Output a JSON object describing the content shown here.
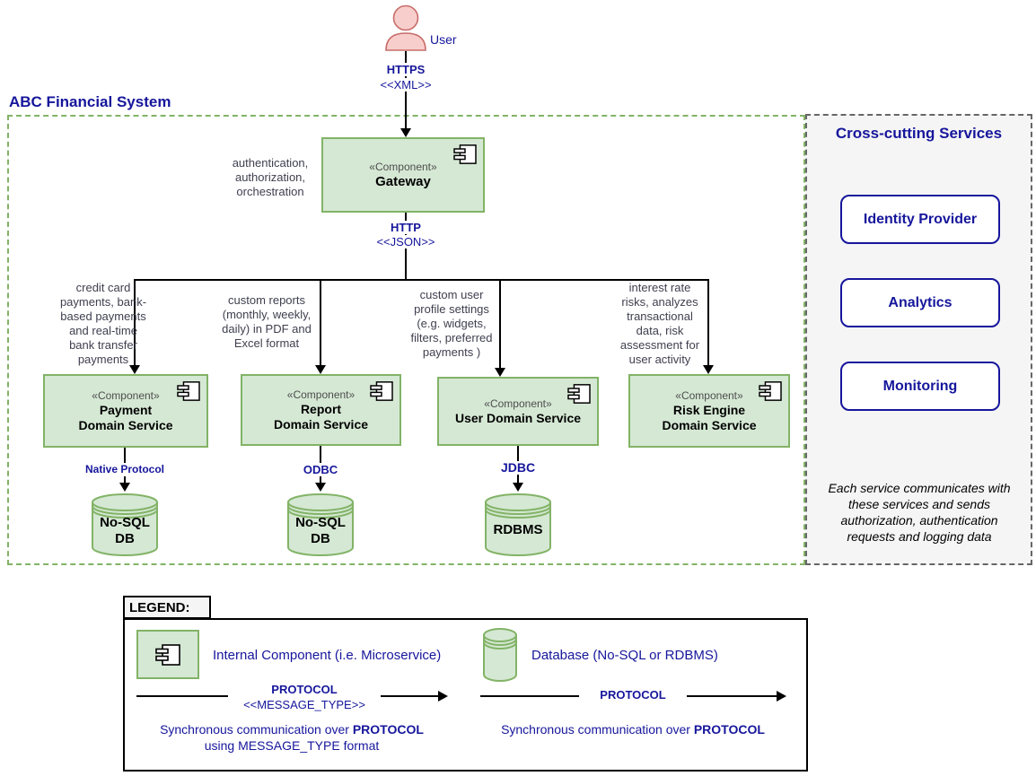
{
  "colors": {
    "navy_text": "#16169C",
    "component_fill": "#D5E8D4",
    "component_border": "#82B366",
    "actor_fill": "#F8CECC",
    "actor_border": "#C76D6A",
    "panel_fill": "#F5F5F5",
    "panel_border": "#666666",
    "note_text": "#3F3F4F",
    "stereotype_text": "#4D4D4D",
    "line_color": "#000000"
  },
  "actor": {
    "label": "User"
  },
  "flows": {
    "user_to_gateway": {
      "protocol": "HTTPS",
      "message_type": "<<XML>>"
    },
    "gateway_to_services": {
      "protocol": "HTTP",
      "message_type": "<<JSON>>"
    }
  },
  "system": {
    "title": "ABC Financial System",
    "gateway": {
      "stereotype": "«Component»",
      "name": "Gateway",
      "note": "authentication,\nauthorization,\norchestration"
    },
    "services": [
      {
        "stereotype": "«Component»",
        "name": "Payment\nDomain Service",
        "note": "credit card\npayments, bank-\nbased payments\nand real-time\nbank transfer\npayments",
        "db_protocol": "Native Protocol",
        "database": "No-SQL\nDB"
      },
      {
        "stereotype": "«Component»",
        "name": "Report\nDomain Service",
        "note": "custom reports\n(monthly, weekly,\ndaily) in PDF and\nExcel format",
        "db_protocol": "ODBC",
        "database": "No-SQL\nDB"
      },
      {
        "stereotype": "«Component»",
        "name": "User Domain Service",
        "note": "custom user\nprofile settings\n(e.g. widgets,\nfilters, preferred\npayments )",
        "db_protocol": "JDBC",
        "database": "RDBMS"
      },
      {
        "stereotype": "«Component»",
        "name": "Risk Engine\nDomain Service",
        "note": "interest rate\nrisks, analyzes\ntransactional\ndata, risk\nassessment for\nuser activity"
      }
    ]
  },
  "cross_cutting": {
    "title": "Cross-cutting Services",
    "services": [
      {
        "label": "Identity Provider"
      },
      {
        "label": "Analytics"
      },
      {
        "label": "Monitoring"
      }
    ],
    "note": "Each service communicates with\nthese services and sends\nauthorization, authentication\nrequests and logging data"
  },
  "legend": {
    "title": "LEGEND:",
    "component_label": "Internal Component (i.e. Microservice)",
    "database_label": "Database (No-SQL or RDBMS)",
    "protocol_label": "PROTOCOL",
    "message_type_label": "<<MESSAGE_TYPE>>",
    "sync_prefix": "Synchronous communication over ",
    "protocol_word": "PROTOCOL",
    "sync_line2": "using MESSAGE_TYPE format"
  }
}
